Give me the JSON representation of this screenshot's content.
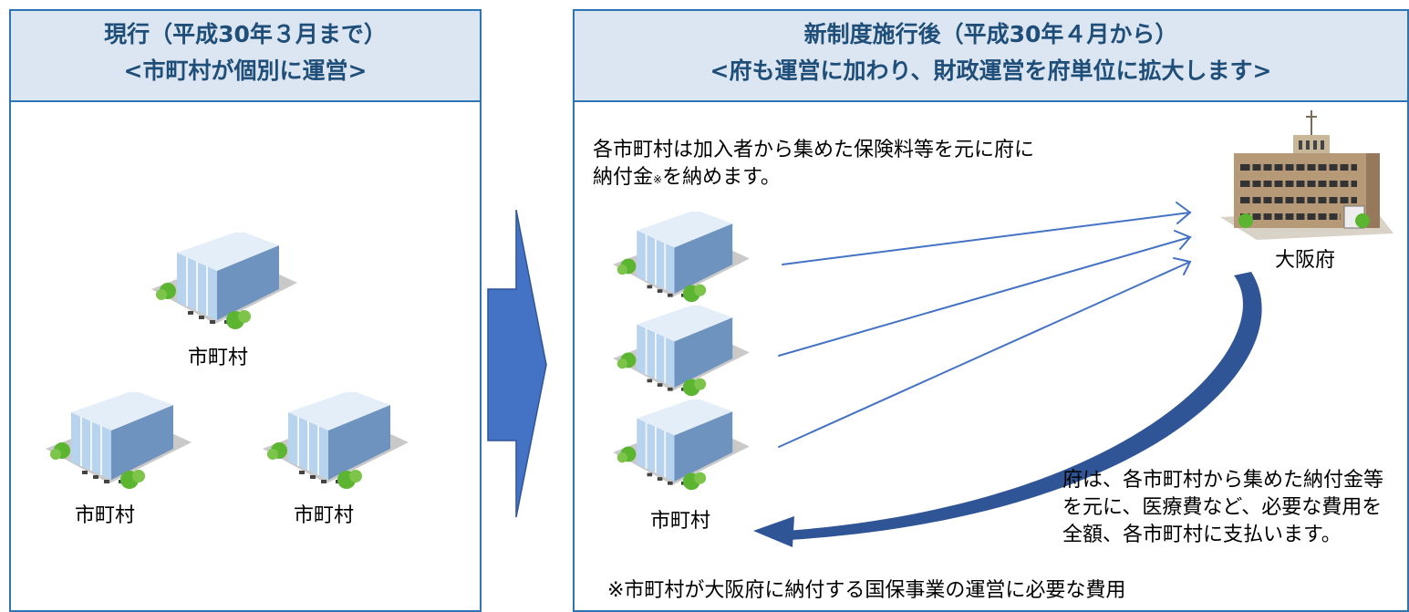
{
  "left_panel": {
    "title_line1": "現行（平成30年３月まで）",
    "title_line2": "<市町村が個別に運営>",
    "building_labels": [
      "市町村",
      "市町村",
      "市町村"
    ]
  },
  "right_panel": {
    "title_line1": "新制度施行後（平成30年４月から）",
    "title_line2": "<府も運営に加わり、財政運営を府単位に拡大します>",
    "intro_line1": "各市町村は加入者から集めた保険料等を元に府に",
    "intro_line2_main": "納付金",
    "intro_line2_mark": "※",
    "intro_line2_tail": "を納めます。",
    "municipality_label": "市町村",
    "prefecture_label": "大阪府",
    "payment_line1": "府は、各市町村から集めた納付金等",
    "payment_line2": "を元に、医療費など、必要な費用を",
    "payment_line3": "全額、各市町村に支払います。",
    "footnote": "※市町村が大阪府に納付する国保事業の運営に必要な費用"
  },
  "colors": {
    "panel_border": "#2e75b6",
    "header_bg": "#dce6f2",
    "header_text": "#1f4e79",
    "big_arrow": "#4472c4",
    "flow_arrow": "#4472c4",
    "curved_arrow": "#2f5597"
  }
}
